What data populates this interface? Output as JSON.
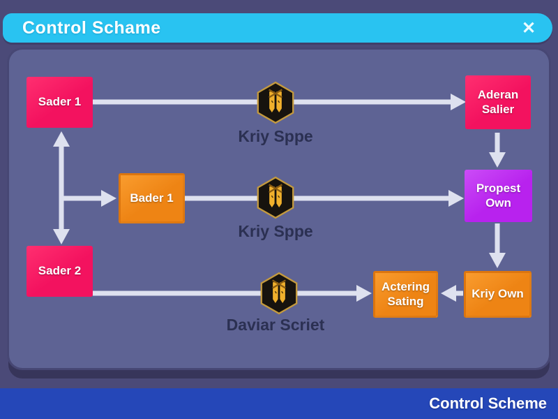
{
  "window": {
    "title": "Control Schame",
    "close_icon": "✕"
  },
  "footer": {
    "label": "Control Scheme"
  },
  "nodes": {
    "sader1": "Sader 1",
    "aderan_salier": "Aderan Salier",
    "bader1": "Bader 1",
    "propest_own": "Propest Own",
    "sader2": "Sader 2",
    "actering_sating": "Actering Sating",
    "kriy_own": "Kriy Own"
  },
  "edges": {
    "top_label": "Kriy Sppe",
    "middle_label": "Kriy Sppe",
    "bottom_label": "Daviar Scriet"
  },
  "icons": {
    "badge": "gold-shield-hexagon-badge",
    "close": "✕"
  },
  "colors": {
    "background": "#4b4a78",
    "header_bar": "#29c3f1",
    "panel": "#5e6394",
    "node_pink": "#f3125f",
    "node_orange": "#ee8414",
    "node_purple": "#b822ee",
    "arrow": "#dee1ef",
    "edge_label_text": "#2b3052",
    "footer_bar": "#2547b8",
    "badge_gold": "#f0b02c"
  }
}
